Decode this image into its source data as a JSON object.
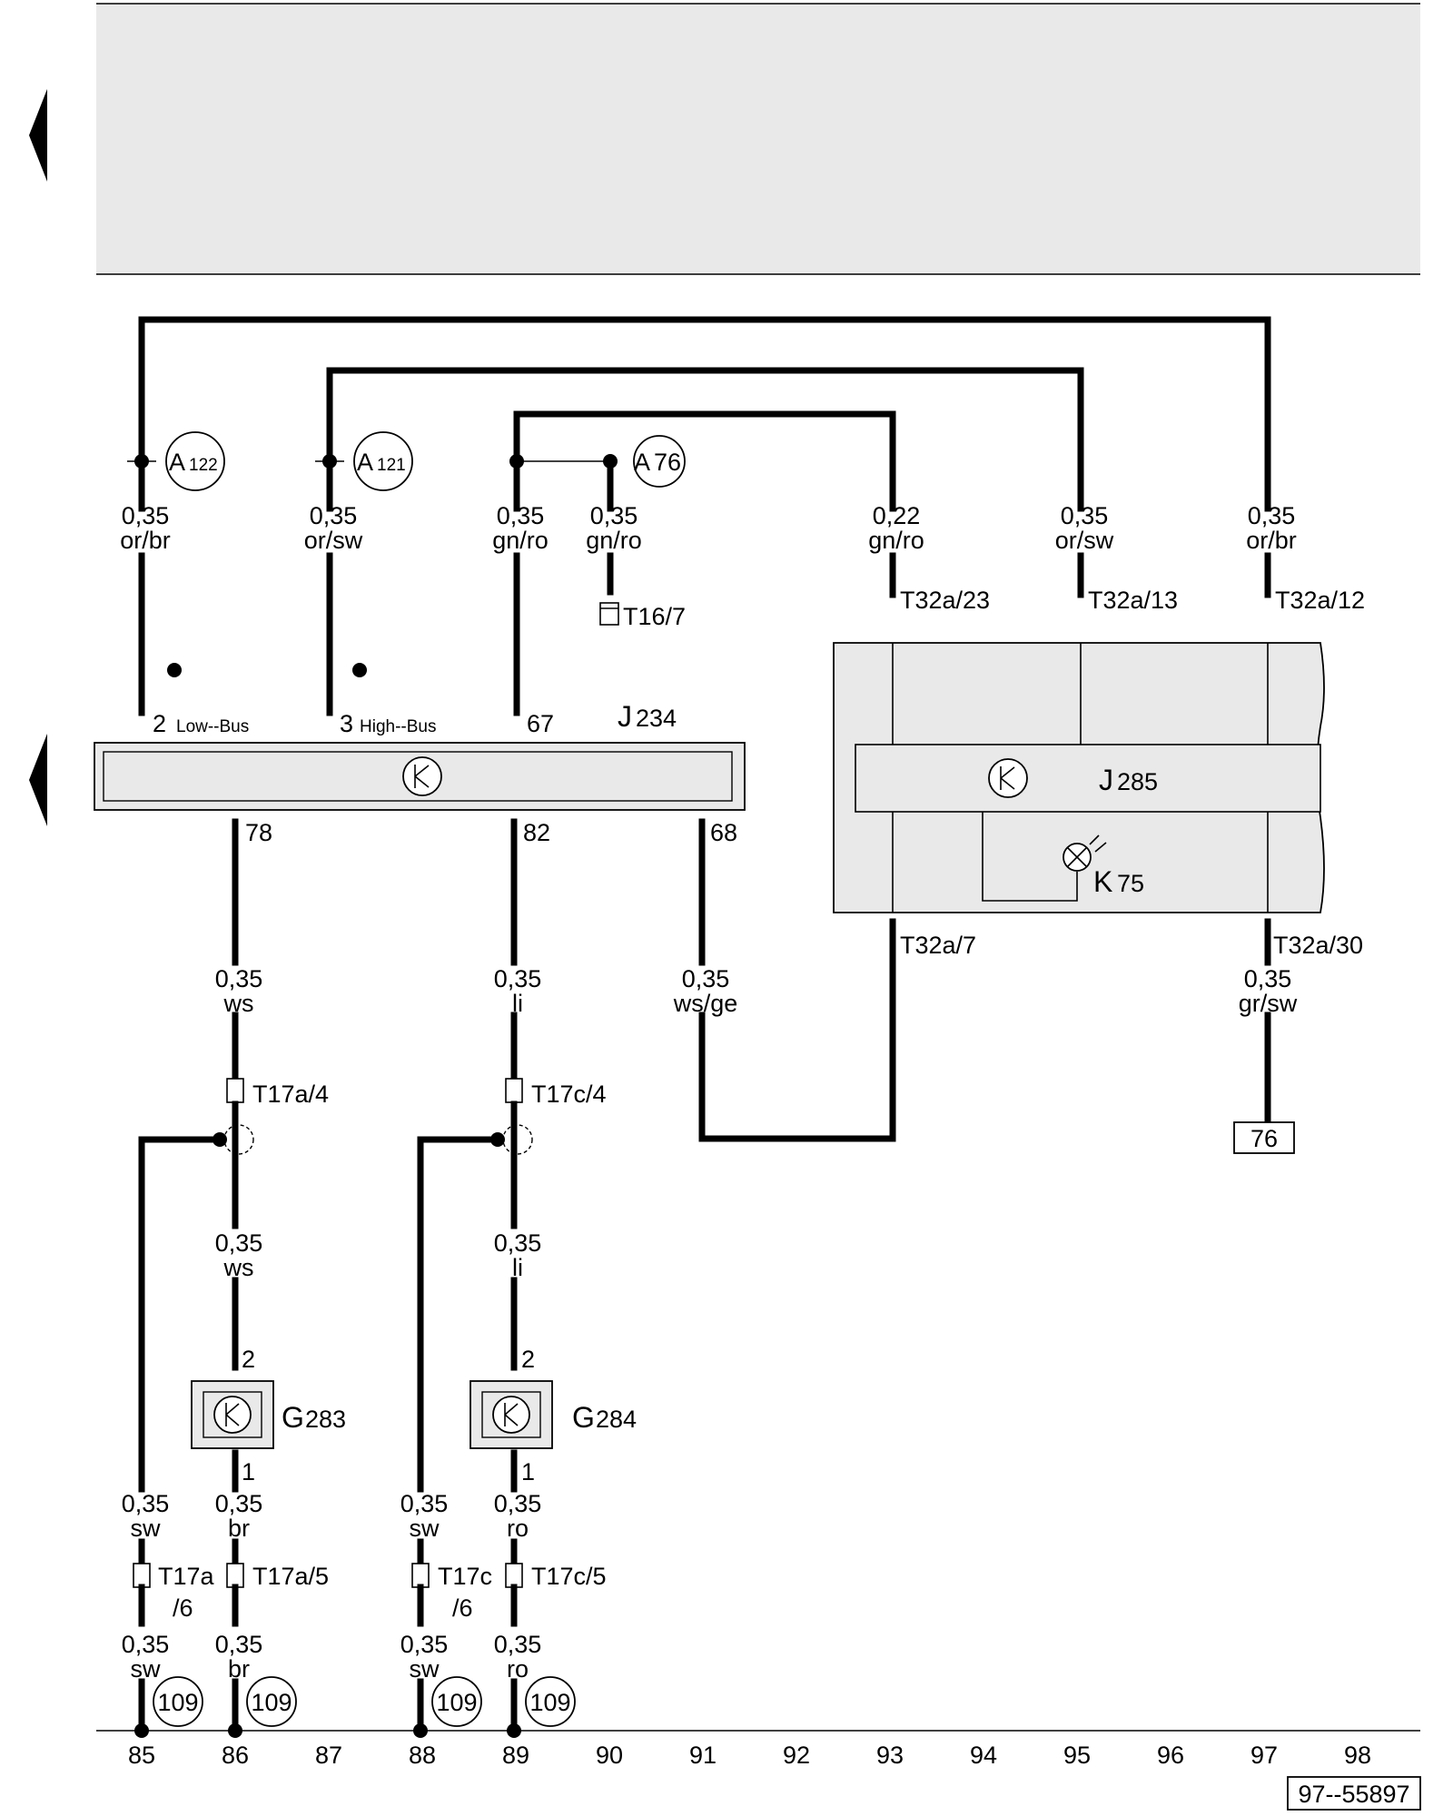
{
  "wires": {
    "w1_top": {
      "size": "0,35",
      "color": "or/br"
    },
    "w2_top": {
      "size": "0,35",
      "color": "or/sw"
    },
    "w3_top": {
      "size": "0,35",
      "color": "gn/ro"
    },
    "w4_top": {
      "size": "0,35",
      "color": "gn/ro"
    },
    "w5_top": {
      "size": "0,22",
      "color": "gn/ro"
    },
    "w6_top": {
      "size": "0,35",
      "color": "or/sw"
    },
    "w7_top": {
      "size": "0,35",
      "color": "or/br"
    },
    "w78": {
      "size": "0,35",
      "color": "ws"
    },
    "w82": {
      "size": "0,35",
      "color": "li"
    },
    "w68": {
      "size": "0,35",
      "color": "ws/ge"
    },
    "w30": {
      "size": "0,35",
      "color": "gr/sw"
    },
    "w78b": {
      "size": "0,35",
      "color": "ws"
    },
    "w82b": {
      "size": "0,35",
      "color": "li"
    },
    "w85a": {
      "size": "0,35",
      "color": "sw"
    },
    "w86a": {
      "size": "0,35",
      "color": "br"
    },
    "w88a": {
      "size": "0,35",
      "color": "sw"
    },
    "w89a": {
      "size": "0,35",
      "color": "ro"
    },
    "w85b": {
      "size": "0,35",
      "color": "sw"
    },
    "w86b": {
      "size": "0,35",
      "color": "br"
    },
    "w88b": {
      "size": "0,35",
      "color": "sw"
    },
    "w89b": {
      "size": "0,35",
      "color": "ro"
    }
  },
  "splices": {
    "a122": {
      "letter": "A",
      "num": "122"
    },
    "a121": {
      "letter": "A",
      "num": "121"
    },
    "a76": {
      "letter": "A",
      "num": "76"
    }
  },
  "connectors": {
    "t16_7": "T16/7",
    "t32a_23": "T32a/23",
    "t32a_13": "T32a/13",
    "t32a_12": "T32a/12",
    "t32a_7": "T32a/7",
    "t32a_30": "T32a/30",
    "t17a_4": "T17a/4",
    "t17c_4": "T17c/4",
    "t17a_6a": "T17a",
    "t17a_6b": "/6",
    "t17a_5": "T17a/5",
    "t17c_6a": "T17c",
    "t17c_6b": "/6",
    "t17c_5": "T17c/5"
  },
  "components": {
    "j234": {
      "letter": "J",
      "num": "234"
    },
    "j285": {
      "letter": "J",
      "num": "285"
    },
    "k75": {
      "letter": "K",
      "num": "75"
    },
    "g283": {
      "letter": "G",
      "num": "283"
    },
    "g284": {
      "letter": "G",
      "num": "284"
    }
  },
  "pins": {
    "p2": "2",
    "low_bus": "Low--Bus",
    "p3": "3",
    "high_bus": "High--Bus",
    "p67": "67",
    "p78": "78",
    "p82": "82",
    "p68": "68",
    "g283_p2": "2",
    "g283_p1": "1",
    "g284_p2": "2",
    "g284_p1": "1"
  },
  "ground_refs": [
    "109",
    "109",
    "109",
    "109"
  ],
  "ref_box": "76",
  "grid_numbers": [
    "85",
    "86",
    "87",
    "88",
    "89",
    "90",
    "91",
    "92",
    "93",
    "94",
    "95",
    "96",
    "97",
    "98"
  ],
  "doc_number": "97--55897"
}
